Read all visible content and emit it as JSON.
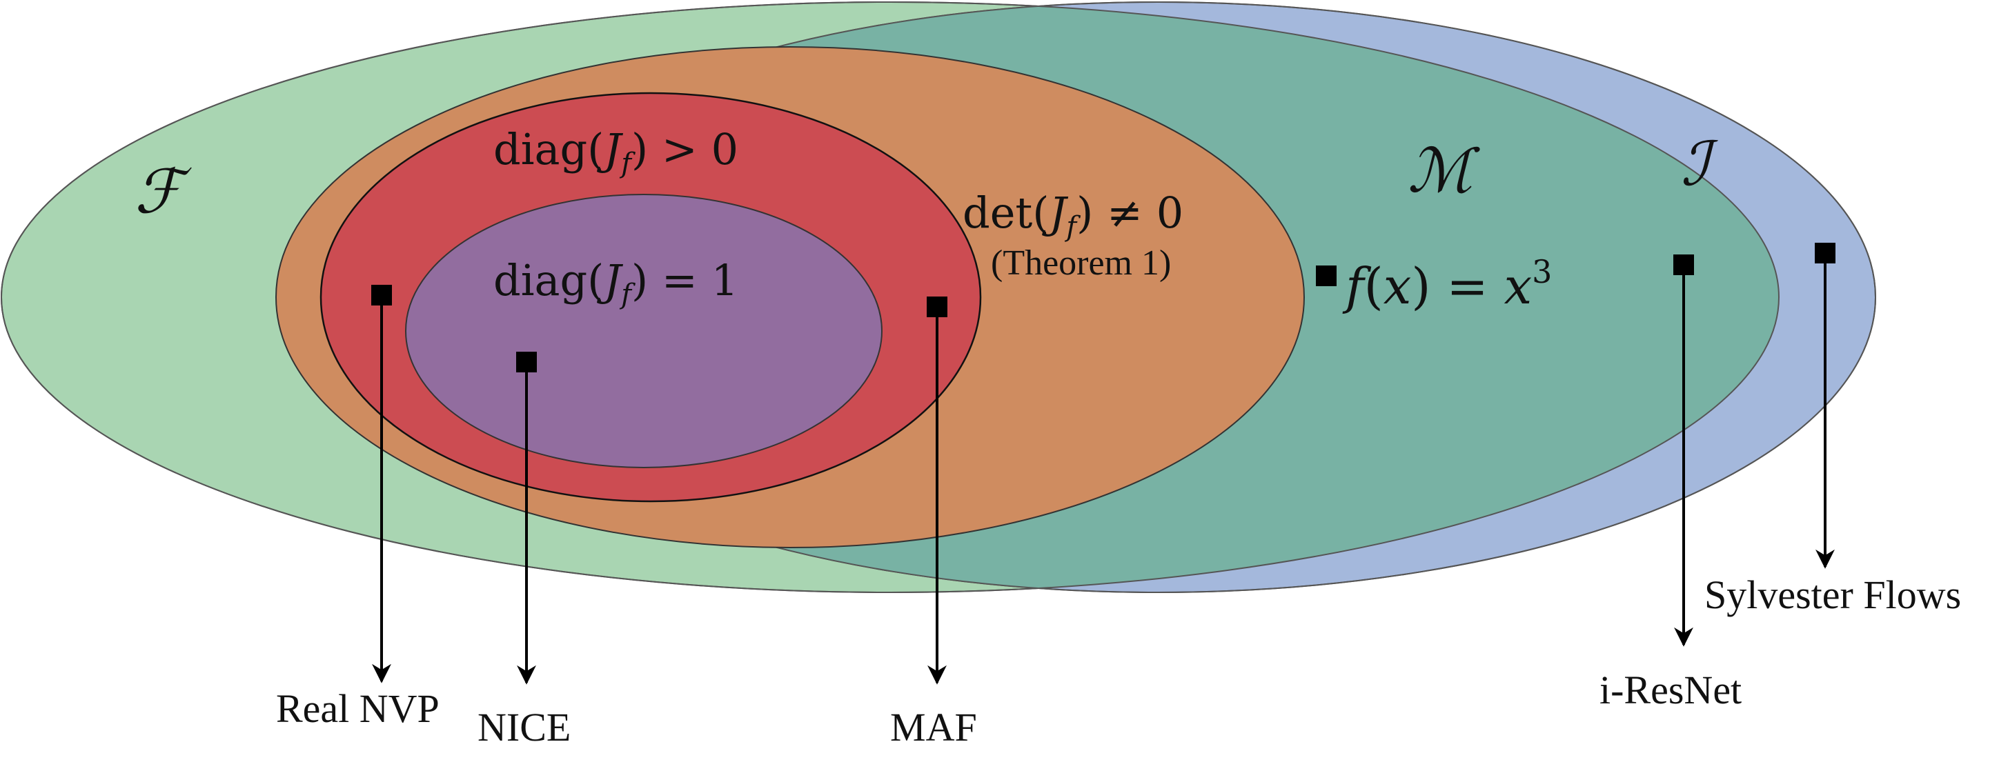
{
  "sets": {
    "F": {
      "symbol": "ℱ",
      "color": "#a9d5b2"
    },
    "I": {
      "symbol": "ℐ",
      "color": "#a4b8dc"
    },
    "M": {
      "symbol": "ℳ",
      "color": "#78b2a4"
    },
    "det": {
      "main_pre": "det(",
      "J": "J",
      "sub": "f",
      "main_post": ") ≠ 0",
      "note": "(Theorem 1)",
      "color": "#cf8c60"
    },
    "diag_pos": {
      "pre": "diag(",
      "J": "J",
      "sub": "f",
      "post": ") > 0",
      "color": "#cc4c52"
    },
    "diag_one": {
      "pre": "diag(",
      "J": "J",
      "sub": "f",
      "post": ") = 1",
      "color": "#926d9f"
    }
  },
  "example": {
    "f": "f",
    "x": "x",
    "eq": ") = ",
    "x2": "x",
    "exp": "3"
  },
  "models": {
    "real_nvp": "Real NVP",
    "nice": "NICE",
    "maf": "MAF",
    "iresnet": "i-ResNet",
    "sylvester": "Sylvester Flows"
  }
}
